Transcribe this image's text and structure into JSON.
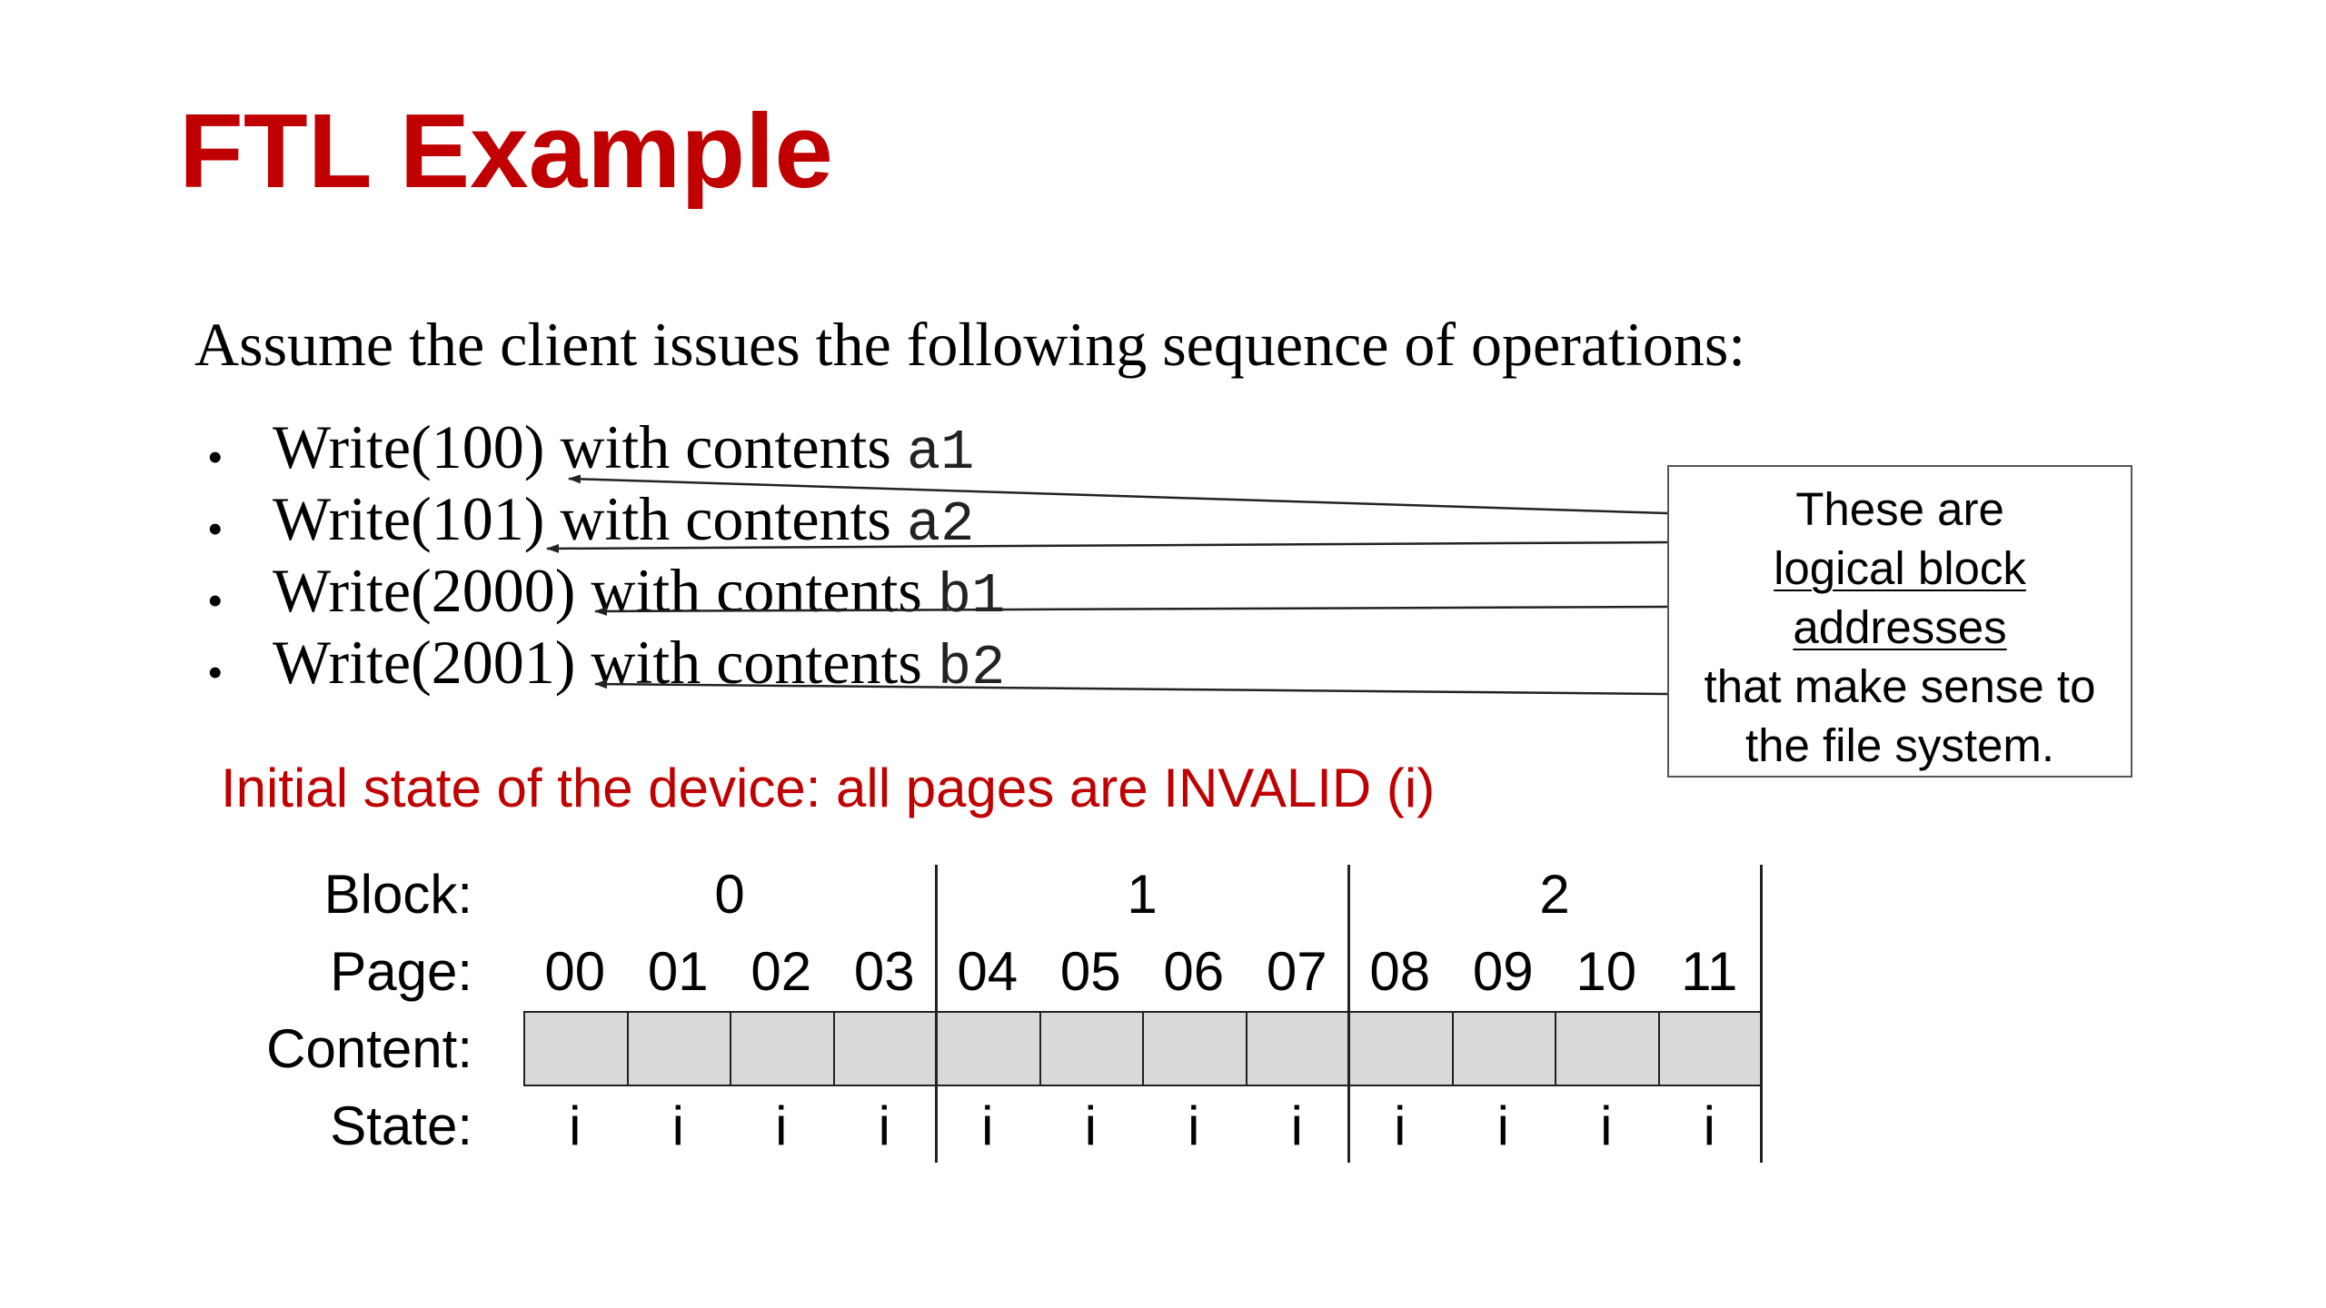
{
  "title": "FTL Example",
  "intro": "Assume the client issues the following sequence of operations:",
  "operations": [
    {
      "bullet": "•",
      "op": "Write(100)",
      "with": " with contents ",
      "contents": "a1"
    },
    {
      "bullet": "•",
      "op": "Write(101)",
      "with": " with contents ",
      "contents": "a2"
    },
    {
      "bullet": "•",
      "op": "Write(2000)",
      "with": " with contents ",
      "contents": "b1"
    },
    {
      "bullet": "•",
      "op": "Write(2001)",
      "with": " with contents ",
      "contents": "b2"
    }
  ],
  "callout": {
    "line1": "These are",
    "line2": "logical block",
    "line3": "addresses",
    "line4": "that make sense to",
    "line5": "the file system."
  },
  "initial_state": "Initial state of the device: all pages are INVALID (i)",
  "device": {
    "labels": {
      "block": "Block:",
      "page": "Page:",
      "content": "Content:",
      "state": "State:"
    },
    "blocks": [
      "0",
      "1",
      "2"
    ],
    "pages": [
      "00",
      "01",
      "02",
      "03",
      "04",
      "05",
      "06",
      "07",
      "08",
      "09",
      "10",
      "11"
    ],
    "contents": [
      "",
      "",
      "",
      "",
      "",
      "",
      "",
      "",
      "",
      "",
      "",
      ""
    ],
    "states": [
      "i",
      "i",
      "i",
      "i",
      "i",
      "i",
      "i",
      "i",
      "i",
      "i",
      "i",
      "i"
    ]
  },
  "colors": {
    "accent": "#c00000",
    "content_fill": "#d9d9d9"
  }
}
